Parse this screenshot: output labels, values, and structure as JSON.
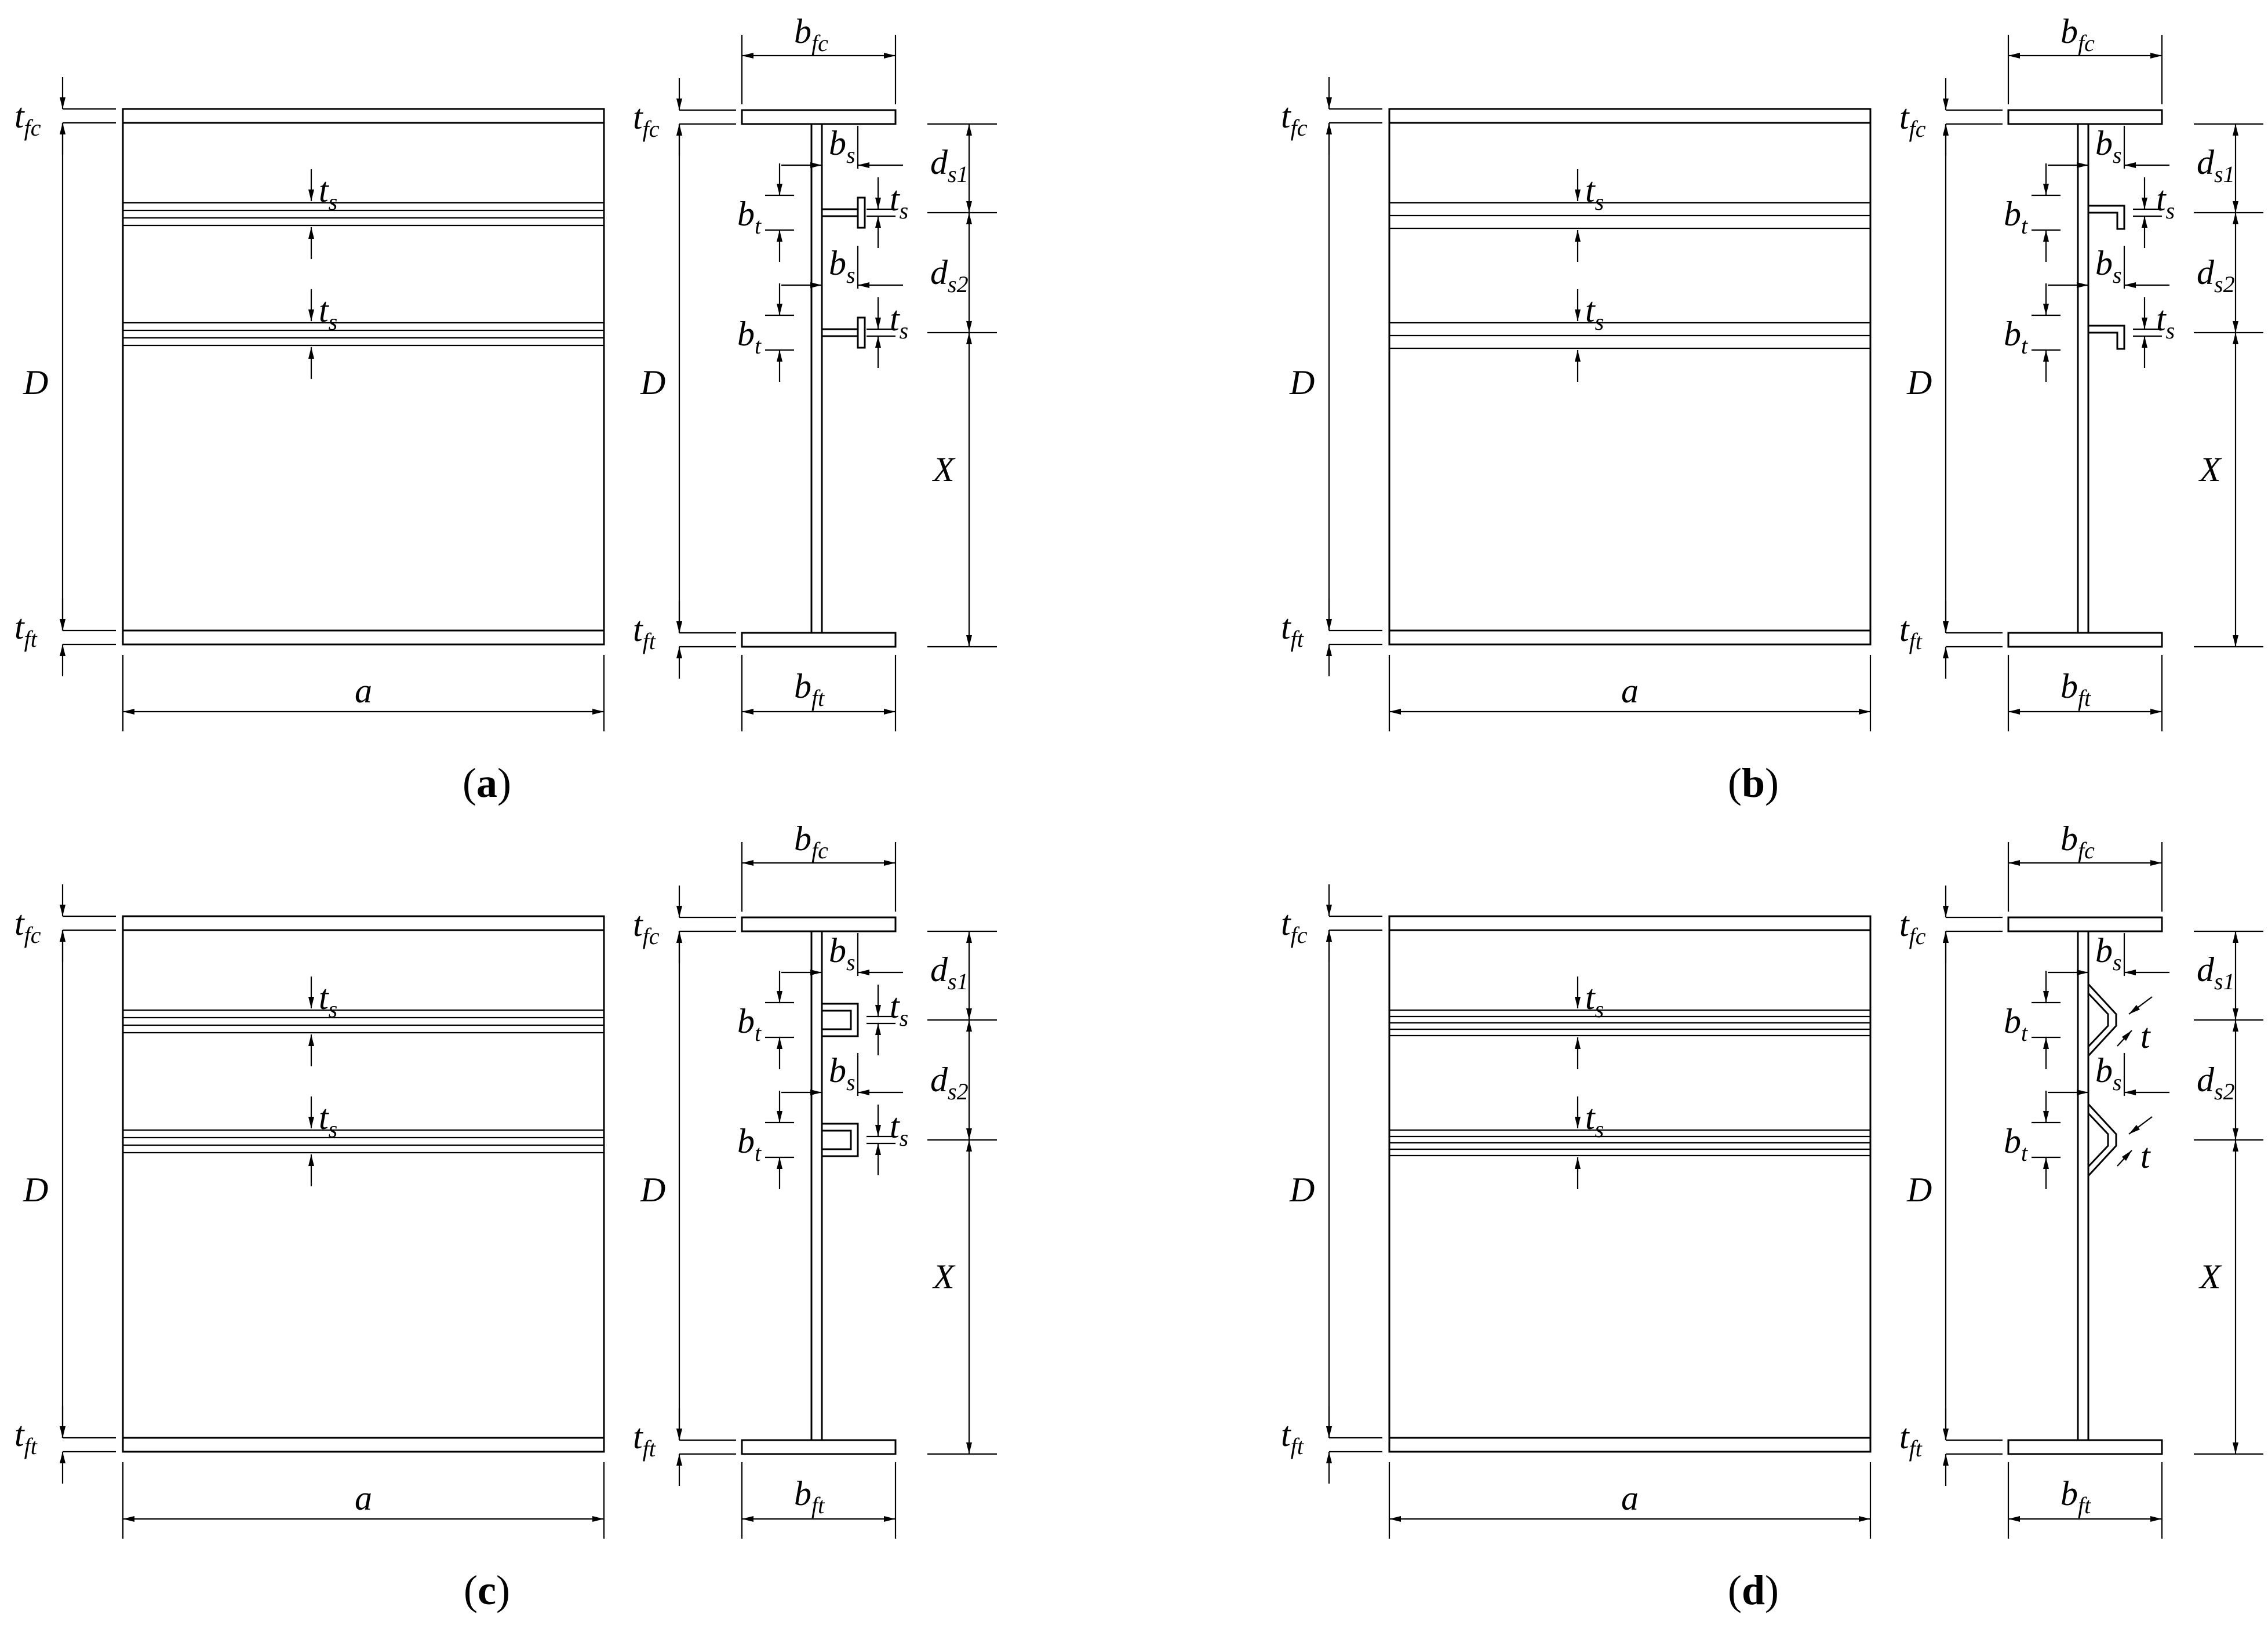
{
  "panels": [
    {
      "id": "a",
      "caption": {
        "open": "(",
        "letter": "a",
        "close": ")"
      },
      "stiffener": "T",
      "elev_stiffener_lines": 4,
      "labels": {
        "tfc": {
          "base": "t",
          "sub": "fc"
        },
        "tft": {
          "base": "t",
          "sub": "ft"
        },
        "D": "D",
        "a": "a",
        "ts": {
          "base": "t",
          "sub": "s"
        },
        "bfc": {
          "base": "b",
          "sub": "fc"
        },
        "bft": {
          "base": "b",
          "sub": "ft"
        },
        "bs": {
          "base": "b",
          "sub": "s"
        },
        "bt": {
          "base": "b",
          "sub": "t"
        },
        "ds1": {
          "base": "d",
          "sub": "s1"
        },
        "ds2": {
          "base": "d",
          "sub": "s2"
        },
        "X": "X"
      }
    },
    {
      "id": "b",
      "caption": {
        "open": "(",
        "letter": "b",
        "close": ")"
      },
      "stiffener": "L",
      "elev_stiffener_lines": 3,
      "labels": {
        "tfc": {
          "base": "t",
          "sub": "fc"
        },
        "tft": {
          "base": "t",
          "sub": "ft"
        },
        "D": "D",
        "a": "a",
        "ts": {
          "base": "t",
          "sub": "s"
        },
        "bfc": {
          "base": "b",
          "sub": "fc"
        },
        "bft": {
          "base": "b",
          "sub": "ft"
        },
        "bs": {
          "base": "b",
          "sub": "s"
        },
        "bt": {
          "base": "b",
          "sub": "t"
        },
        "ds1": {
          "base": "d",
          "sub": "s1"
        },
        "ds2": {
          "base": "d",
          "sub": "s2"
        },
        "X": "X"
      }
    },
    {
      "id": "c",
      "caption": {
        "open": "(",
        "letter": "c",
        "close": ")"
      },
      "stiffener": "C",
      "elev_stiffener_lines": 4,
      "labels": {
        "tfc": {
          "base": "t",
          "sub": "fc"
        },
        "tft": {
          "base": "t",
          "sub": "ft"
        },
        "D": "D",
        "a": "a",
        "ts": {
          "base": "t",
          "sub": "s"
        },
        "bfc": {
          "base": "b",
          "sub": "fc"
        },
        "bft": {
          "base": "b",
          "sub": "ft"
        },
        "bs": {
          "base": "b",
          "sub": "s"
        },
        "bt": {
          "base": "b",
          "sub": "t"
        },
        "ds1": {
          "base": "d",
          "sub": "s1"
        },
        "ds2": {
          "base": "d",
          "sub": "s2"
        },
        "X": "X"
      }
    },
    {
      "id": "d",
      "caption": {
        "open": "(",
        "letter": "d",
        "close": ")"
      },
      "stiffener": "V",
      "elev_stiffener_lines": 5,
      "labels": {
        "tfc": {
          "base": "t",
          "sub": "fc"
        },
        "tft": {
          "base": "t",
          "sub": "ft"
        },
        "D": "D",
        "a": "a",
        "ts": {
          "base": "t",
          "sub": "s"
        },
        "bfc": {
          "base": "b",
          "sub": "fc"
        },
        "bft": {
          "base": "b",
          "sub": "ft"
        },
        "bs": {
          "base": "b",
          "sub": "s"
        },
        "bt": {
          "base": "b",
          "sub": "t"
        },
        "ds1": {
          "base": "d",
          "sub": "s1"
        },
        "ds2": {
          "base": "d",
          "sub": "s2"
        },
        "X": "X",
        "t": "t"
      }
    }
  ]
}
